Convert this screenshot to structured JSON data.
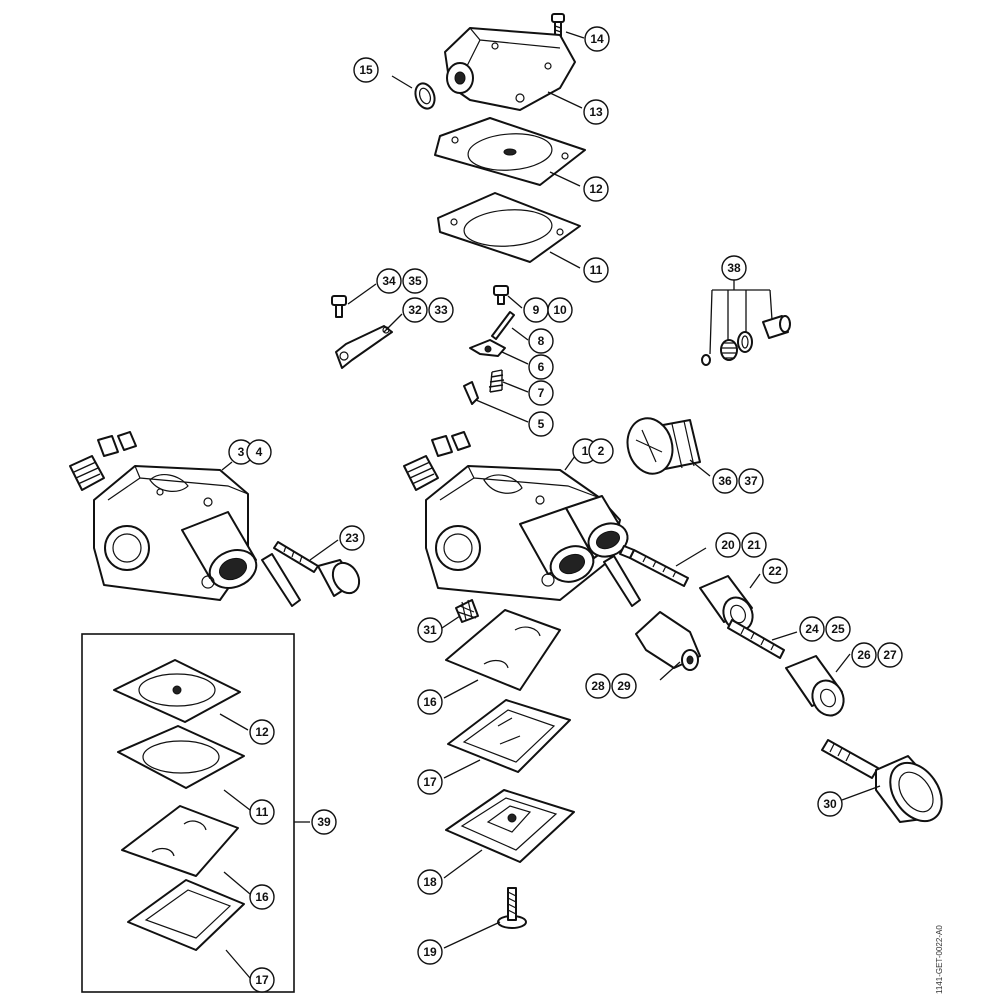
{
  "diagram": {
    "drawing_code": "1141-GET-0022-A0",
    "colors": {
      "line": "#111111",
      "background": "#ffffff"
    },
    "callouts": {
      "c1": "1",
      "c2": "2",
      "c3": "3",
      "c4": "4",
      "c5": "5",
      "c6": "6",
      "c7": "7",
      "c8": "8",
      "c9": "9",
      "c10": "10",
      "c11": "11",
      "c12": "12",
      "c13": "13",
      "c14": "14",
      "c15": "15",
      "c16": "16",
      "c17": "17",
      "c18": "18",
      "c19": "19",
      "c20": "20",
      "c21": "21",
      "c22": "22",
      "c23": "23",
      "c24": "24",
      "c25": "25",
      "c26": "26",
      "c27": "27",
      "c28": "28",
      "c29": "29",
      "c30": "30",
      "c31": "31",
      "c32": "32",
      "c33": "33",
      "c34": "34",
      "c35": "35",
      "c36": "36",
      "c37": "37",
      "c38": "38",
      "c39": "39",
      "k12": "12",
      "k11": "11",
      "k16": "16",
      "k17": "17"
    }
  }
}
